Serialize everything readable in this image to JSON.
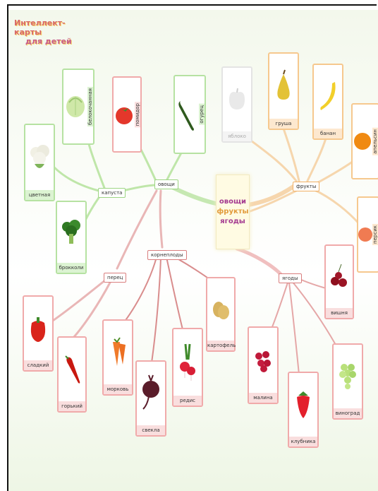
{
  "logo": {
    "line1": "Интеллект-карты",
    "line2": "для детей"
  },
  "center": {
    "line1": "овощи",
    "line2": "фрукты",
    "line3": "ягоды"
  },
  "nodes": {
    "ovoshchi": "овощи",
    "kapusta": "капуста",
    "korneplody": "корнеплоды",
    "perets": "перец",
    "frukty": "фрукты",
    "yagody": "ягоды"
  },
  "cards": {
    "belokochannaya": "белокочанная",
    "pomidor": "помидор",
    "ogurets": "огурец",
    "tsvetnaya": "цветная",
    "brokkoli": "брокколи",
    "sladkiy": "сладкий",
    "gorkiy": "горький",
    "morkov": "морковь",
    "svekla": "свекла",
    "redis": "редис",
    "kartofel": "картофель",
    "yabloko": "яблоко",
    "grusha": "груша",
    "banan": "банан",
    "apelsin": "апельсин",
    "persik": "персик",
    "vishnya": "вишня",
    "malina": "малина",
    "klubnika": "клубника",
    "vinograd": "виноград"
  },
  "colors": {
    "vegetables_branch": "#a8dc8c",
    "peppers_branch": "#e58f8f",
    "fruits_branch": "#f3c48a",
    "berries_branch": "#e39a9a",
    "center_text_purple": "#a43a90",
    "center_text_orange": "#e29b3c"
  }
}
